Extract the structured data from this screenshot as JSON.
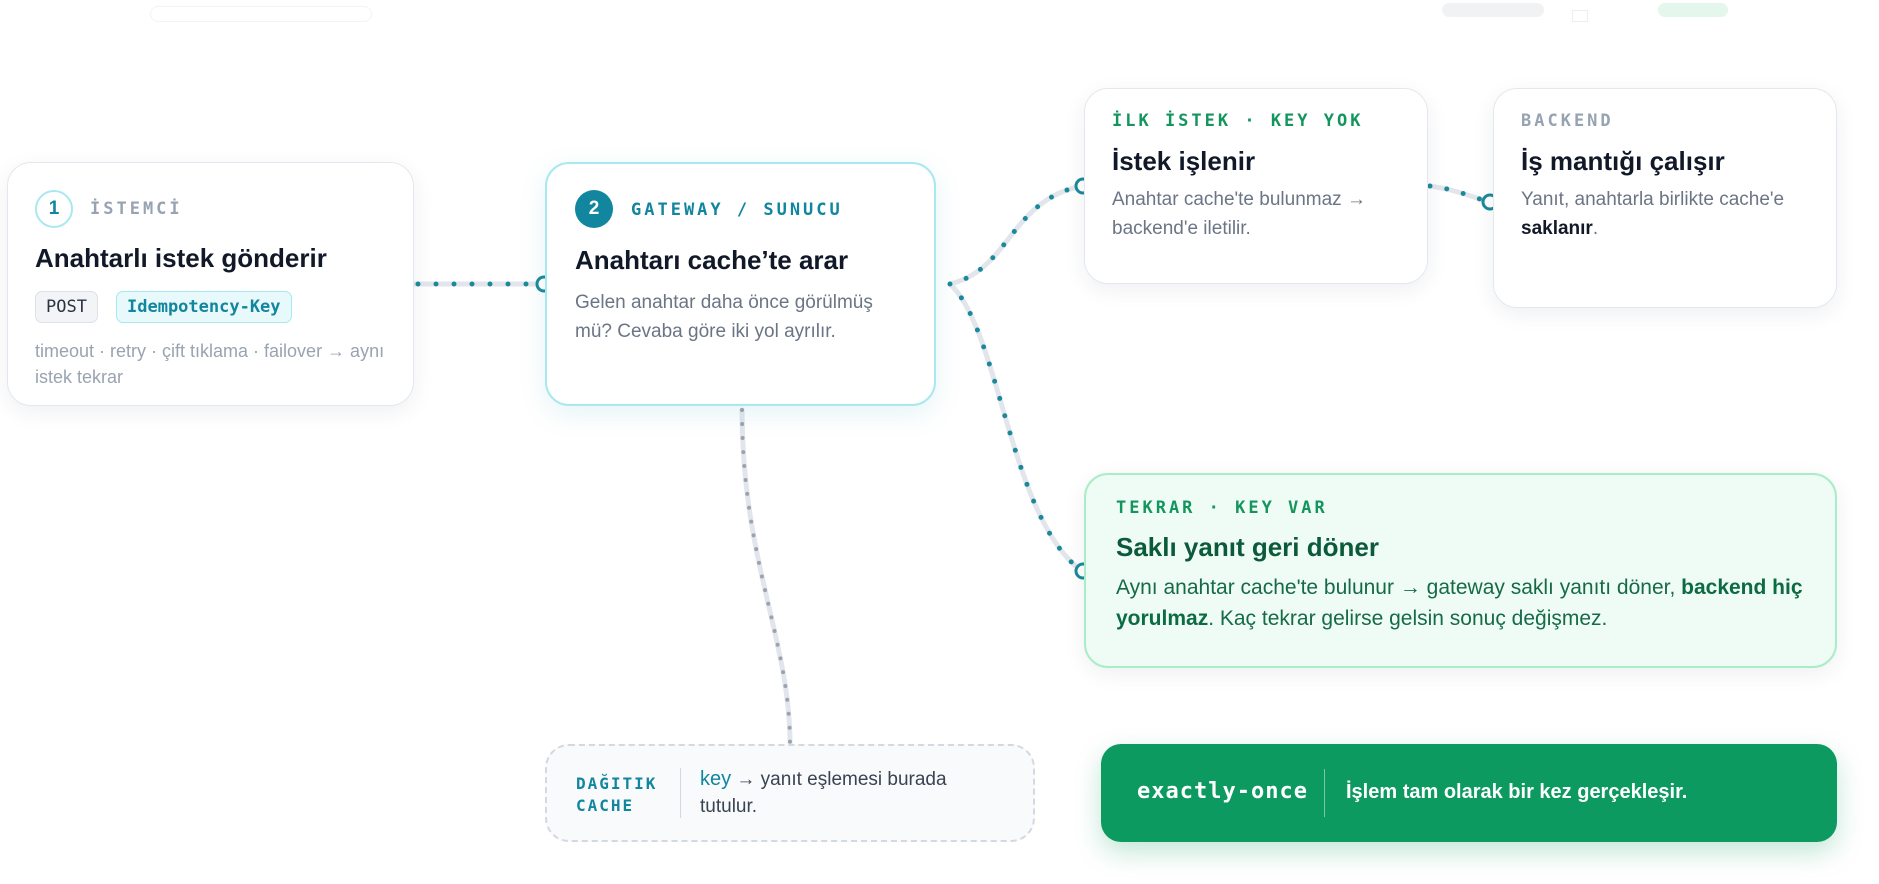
{
  "client": {
    "step": "1",
    "eyebrow": "İSTEMCİ",
    "title": "Anahtarlı istek gönderir",
    "tag_method": "POST",
    "tag_header": "Idempotency-Key",
    "note": "timeout · retry · çift tıklama · failover → aynı istek tekrar"
  },
  "gateway": {
    "step": "2",
    "eyebrow": "GATEWAY / SUNUCU",
    "title": "Anahtarı cache’te arar",
    "desc": "Gelen anahtar daha önce görülmüş mü? Cevaba göre iki yol ayrılır."
  },
  "first_request": {
    "eyebrow": "İLK İSTEK · KEY YOK",
    "title": "İstek işlenir",
    "desc": "Anahtar cache'te bulunmaz → backend'e iletilir."
  },
  "backend": {
    "eyebrow": "BACKEND",
    "title": "İş mantığı çalışır",
    "desc_pre": "Yanıt, anahtarla birlikte cache'e ",
    "desc_bold": "saklanır",
    "desc_post": "."
  },
  "repeat": {
    "eyebrow": "TEKRAR · KEY VAR",
    "title": "Saklı yanıt geri döner",
    "desc_pre": "Aynı anahtar cache'te bulunur → gateway saklı yanıtı döner, ",
    "desc_bold": "backend hiç yorulmaz",
    "desc_post": ". Kaç tekrar gelirse gelsin sonuç değişmez."
  },
  "cache": {
    "eyebrow_line1": "DAĞITIK",
    "eyebrow_line2": "CACHE",
    "key_word": "key",
    "desc": " → yanıt eşlemesi burada tutulur."
  },
  "banner": {
    "code": "exactly-once",
    "message": "İşlem tam olarak bir kez gerçekleşir."
  },
  "colors": {
    "accent_teal": "#11869e",
    "success_green": "#0c9a60",
    "connector_dot": "#1a8a9a",
    "cache_dot": "#9aa3ae"
  }
}
